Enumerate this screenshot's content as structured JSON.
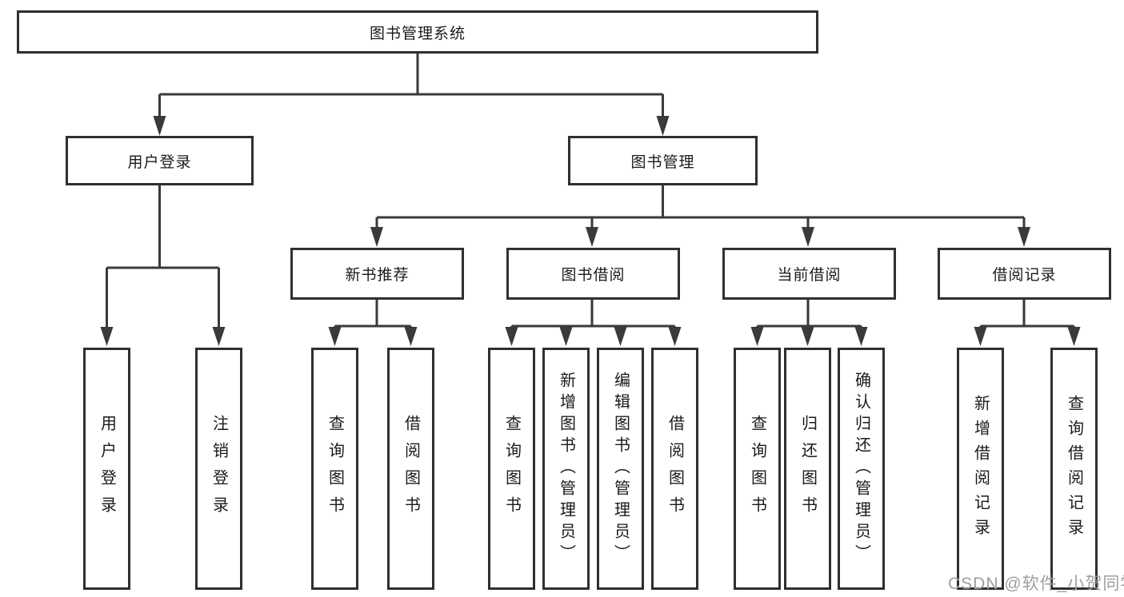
{
  "diagram_type": "hierarchy-tree",
  "tree": {
    "label": "图书管理系统",
    "children": [
      {
        "label": "用户登录",
        "children": [
          {
            "label": "用户登录"
          },
          {
            "label": "注销登录"
          }
        ]
      },
      {
        "label": "图书管理",
        "children": [
          {
            "label": "新书推荐",
            "children": [
              {
                "label": "查询图书"
              },
              {
                "label": "借阅图书"
              }
            ]
          },
          {
            "label": "图书借阅",
            "children": [
              {
                "label": "查询图书"
              },
              {
                "label": "新增图书（管理员）"
              },
              {
                "label": "编辑图书（管理员）"
              },
              {
                "label": "借阅图书"
              }
            ]
          },
          {
            "label": "当前借阅",
            "children": [
              {
                "label": "查询图书"
              },
              {
                "label": "归还图书"
              },
              {
                "label": "确认归还（管理员）"
              }
            ]
          },
          {
            "label": "借阅记录",
            "children": [
              {
                "label": "新增借阅记录"
              },
              {
                "label": "查询借阅记录"
              }
            ]
          }
        ]
      }
    ]
  },
  "watermark": {
    "text": "CSDN @软件_小贺同学"
  },
  "colors": {
    "background": "#ffffff",
    "line": "#3a3a3a",
    "box_border": "#2f2f2f",
    "text": "#1a1a1a",
    "watermark_text": "#9e9e9e"
  }
}
